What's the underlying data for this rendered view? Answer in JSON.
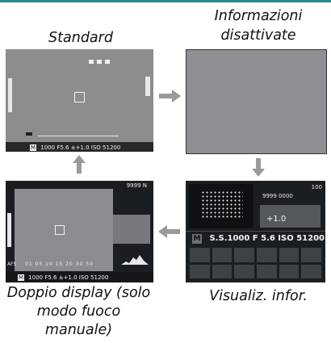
{
  "colors": {
    "accent": "#2a8f8a"
  },
  "captions": {
    "standard": "Standard",
    "info_off": "Informazioni disattivate",
    "info_display": "Visualiz. infor.",
    "dual_display": "Doppio display (solo modo fuoco manuale)"
  },
  "standard_screen": {
    "mode": "M",
    "status_line": "1000  F5.6  ±+1.0  ISO 51200"
  },
  "dual_screen": {
    "top_line": "9999  N",
    "afs_label": "AFS",
    "scale_text": "01 05 10 15 20 30 50",
    "mode": "M",
    "status_line": "1000  F5.6  ±+1.0  ISO 51200"
  },
  "info_screen": {
    "top_right": "100",
    "counter": "9999  0000",
    "ev_value": "+1.0",
    "mode": "M",
    "readout": "S.S.1000   F 5.6   ISO 51200"
  },
  "icons": [
    "arrow-right-icon",
    "arrow-down-icon",
    "arrow-left-icon",
    "arrow-up-icon"
  ]
}
